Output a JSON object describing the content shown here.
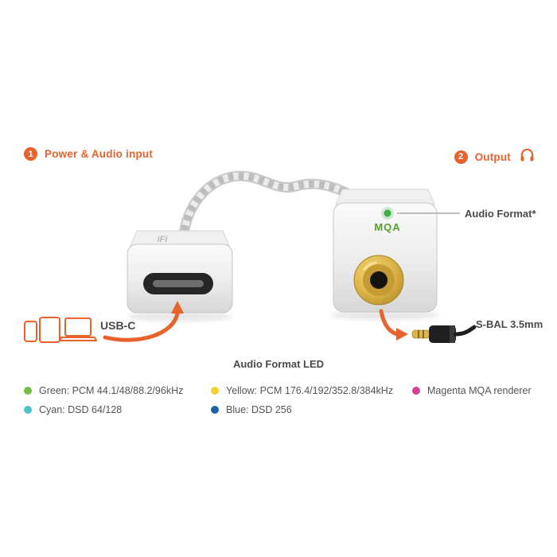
{
  "colors": {
    "accent": "#e8632c",
    "text": "#4a4a4a",
    "led_green": "#3fae49",
    "gold": "#d9b54a"
  },
  "steps": [
    {
      "number": "1",
      "label": "Power & Audio input"
    },
    {
      "number": "2",
      "label": "Output"
    }
  ],
  "callouts": {
    "audio_format": "Audio Format*",
    "usb_c": "USB-C",
    "s_bal": "S-BAL 3.5mm"
  },
  "device": {
    "brand": "iFi",
    "mqa": "MQA"
  },
  "icons": {
    "output": "headphones-icon",
    "input_devices": [
      "smartphone-icon",
      "tablet-icon",
      "laptop-icon"
    ]
  },
  "legend": {
    "title": "Audio Format  LED",
    "items": [
      {
        "color": "#72bf44",
        "label": "Green: PCM 44.1/48/88.2/96kHz"
      },
      {
        "color": "#f3d230",
        "label": "Yellow: PCM 176.4/192/352.8/384kHz"
      },
      {
        "color": "#d0428e",
        "label": "Magenta MQA renderer"
      },
      {
        "color": "#4cc2cb",
        "label": "Cyan: DSD 64/128"
      },
      {
        "color": "#1e63a9",
        "label": "Blue: DSD 256"
      }
    ]
  }
}
